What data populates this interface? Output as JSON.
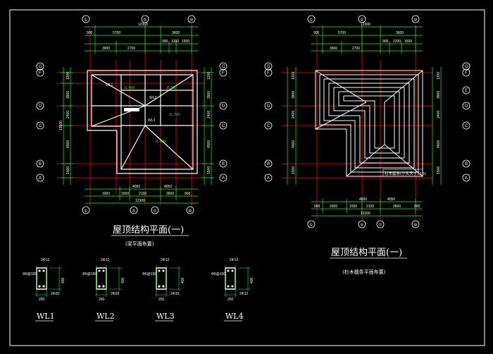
{
  "plan_left": {
    "title": "屋顶结构平面(一)",
    "subtitle": "(梁平面布置)",
    "axis_top": [
      "①",
      "⑤",
      "⑩"
    ],
    "axis_bottom": [
      "①",
      "⑤",
      "⑦",
      "⑩"
    ],
    "axis_left": [
      "G",
      "F",
      "D",
      "C",
      "B",
      "A"
    ],
    "dims_top_total": "12300",
    "dims_top_row1": [
      "900",
      "5700",
      "3600"
    ],
    "dims_top_row2": [
      "3900",
      "2700",
      "900",
      "1200",
      "1500"
    ],
    "dims_bottom_row1": [
      "4050",
      "4050"
    ],
    "dims_bottom_row2": [
      "3300",
      "1500",
      "2100",
      "3600",
      "900"
    ],
    "dims_bottom_total": "12300",
    "dims_left": [
      "1200",
      "3900",
      "2400",
      "4500",
      "1500"
    ],
    "dims_left_total": "13500",
    "labels": [
      "WL1",
      "WL2",
      "WL3",
      "11.400",
      "11.900",
      "11.700",
      "11.500"
    ]
  },
  "plan_right": {
    "title": "屋顶结构平面(一)",
    "subtitle": "(杉木檩条平面布置)",
    "axis_top": [
      "①",
      "⑤",
      "⑩"
    ],
    "axis_bottom": [
      "①",
      "⑤",
      "⑦",
      "⑩"
    ],
    "axis_left": [
      "G",
      "F",
      "D",
      "C",
      "B",
      "A"
    ],
    "axis_right": [
      "G",
      "F",
      "E",
      "D",
      "C",
      "B",
      "A"
    ],
    "dims_top_total": "12300",
    "dims_top_row1": [
      "900",
      "5700",
      "3600"
    ],
    "dims_top_row2": [
      "3900",
      "2700",
      "900",
      "1200",
      "1500"
    ],
    "dims_bottom_row1": [
      "4050",
      "4050"
    ],
    "dims_bottom_row2": [
      "900",
      "3300",
      "1500",
      "2100",
      "3600",
      "900"
    ],
    "dims_bottom_total": "12300",
    "dims_left": [
      "1200",
      "3900",
      "2400",
      "4500",
      "1500"
    ],
    "note": "杉木檩条(小头大于110)"
  },
  "sections": [
    {
      "name": "WL1",
      "top_rebar": "2Φ12",
      "stirrup": "Φ6@150",
      "bottom_rebar": "2Φ20",
      "depth": "400",
      "width": "250"
    },
    {
      "name": "WL2",
      "top_rebar": "2Φ12",
      "stirrup": "Φ6@150",
      "bottom_rebar": "2Φ20",
      "depth": "400",
      "width": "250"
    },
    {
      "name": "WL3",
      "top_rebar": "2Φ12",
      "stirrup": "Φ6@150",
      "bottom_rebar": "2Φ20",
      "depth": "400",
      "width": "250"
    },
    {
      "name": "WL4",
      "top_rebar": "2Φ12",
      "stirrup": "Φ6@150",
      "bottom_rebar": "2Φ12",
      "depth": "400",
      "width": "250"
    }
  ],
  "colors": {
    "frame": "#ffffff",
    "dim": "#00ff00",
    "axis": "#ff0000",
    "beam": "#ffffff",
    "text": "#ffffff"
  }
}
